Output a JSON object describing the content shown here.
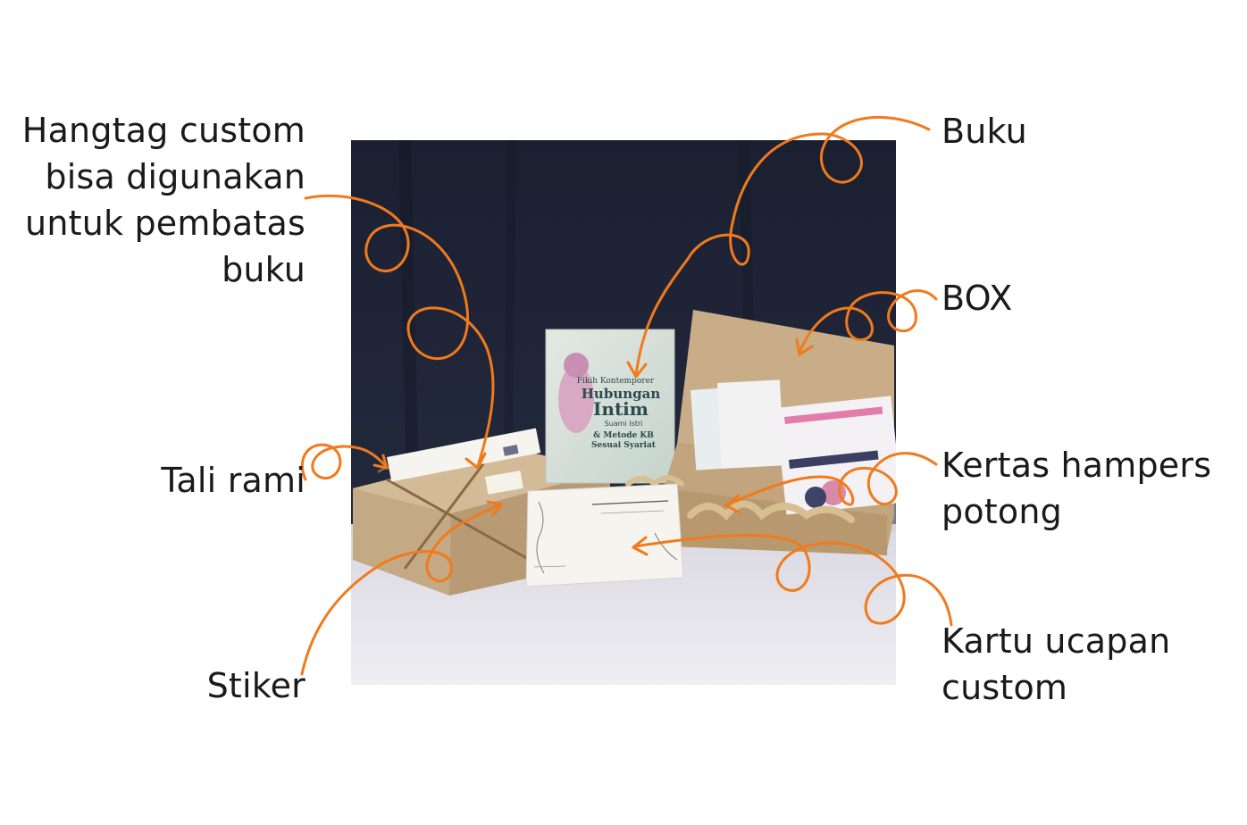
{
  "labels": {
    "hangtag": [
      "Hangtag custom",
      "bisa digunakan",
      "untuk pembatas",
      "buku"
    ],
    "tali_rami": "Tali rami",
    "stiker": "Stiker",
    "buku": "Buku",
    "box": "BOX",
    "kertas": [
      "Kertas hampers",
      "potong"
    ],
    "kartu": [
      "Kartu ucapan",
      "custom"
    ]
  },
  "book_cover": {
    "line1": "Fikih Kontemporer",
    "line2": "Hubungan",
    "line3": "Intim",
    "line4": "Suami Istri",
    "line5": "& Metode KB",
    "line6": "Sesuai Syariat"
  },
  "colors": {
    "accent": "#f07a1c",
    "background_dark": "#1d2233",
    "cardboard": "#c9ad88",
    "table": "#e9e8ef"
  }
}
